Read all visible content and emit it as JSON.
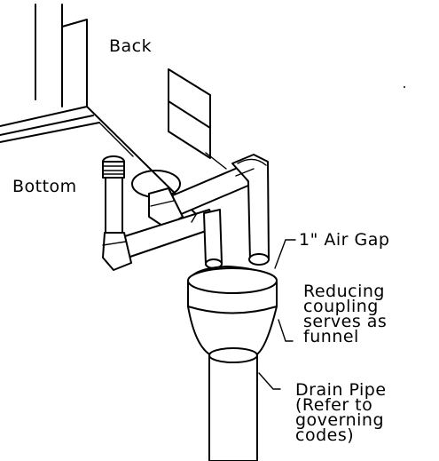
{
  "labels": {
    "back": "Back",
    "bottom": "Bottom",
    "air_gap": "1\" Air Gap",
    "coupling": [
      "Reducing",
      "coupling",
      "serves as",
      "funnel"
    ],
    "drain": [
      "Drain Pipe",
      "(Refer to",
      "governing",
      "codes)"
    ]
  }
}
